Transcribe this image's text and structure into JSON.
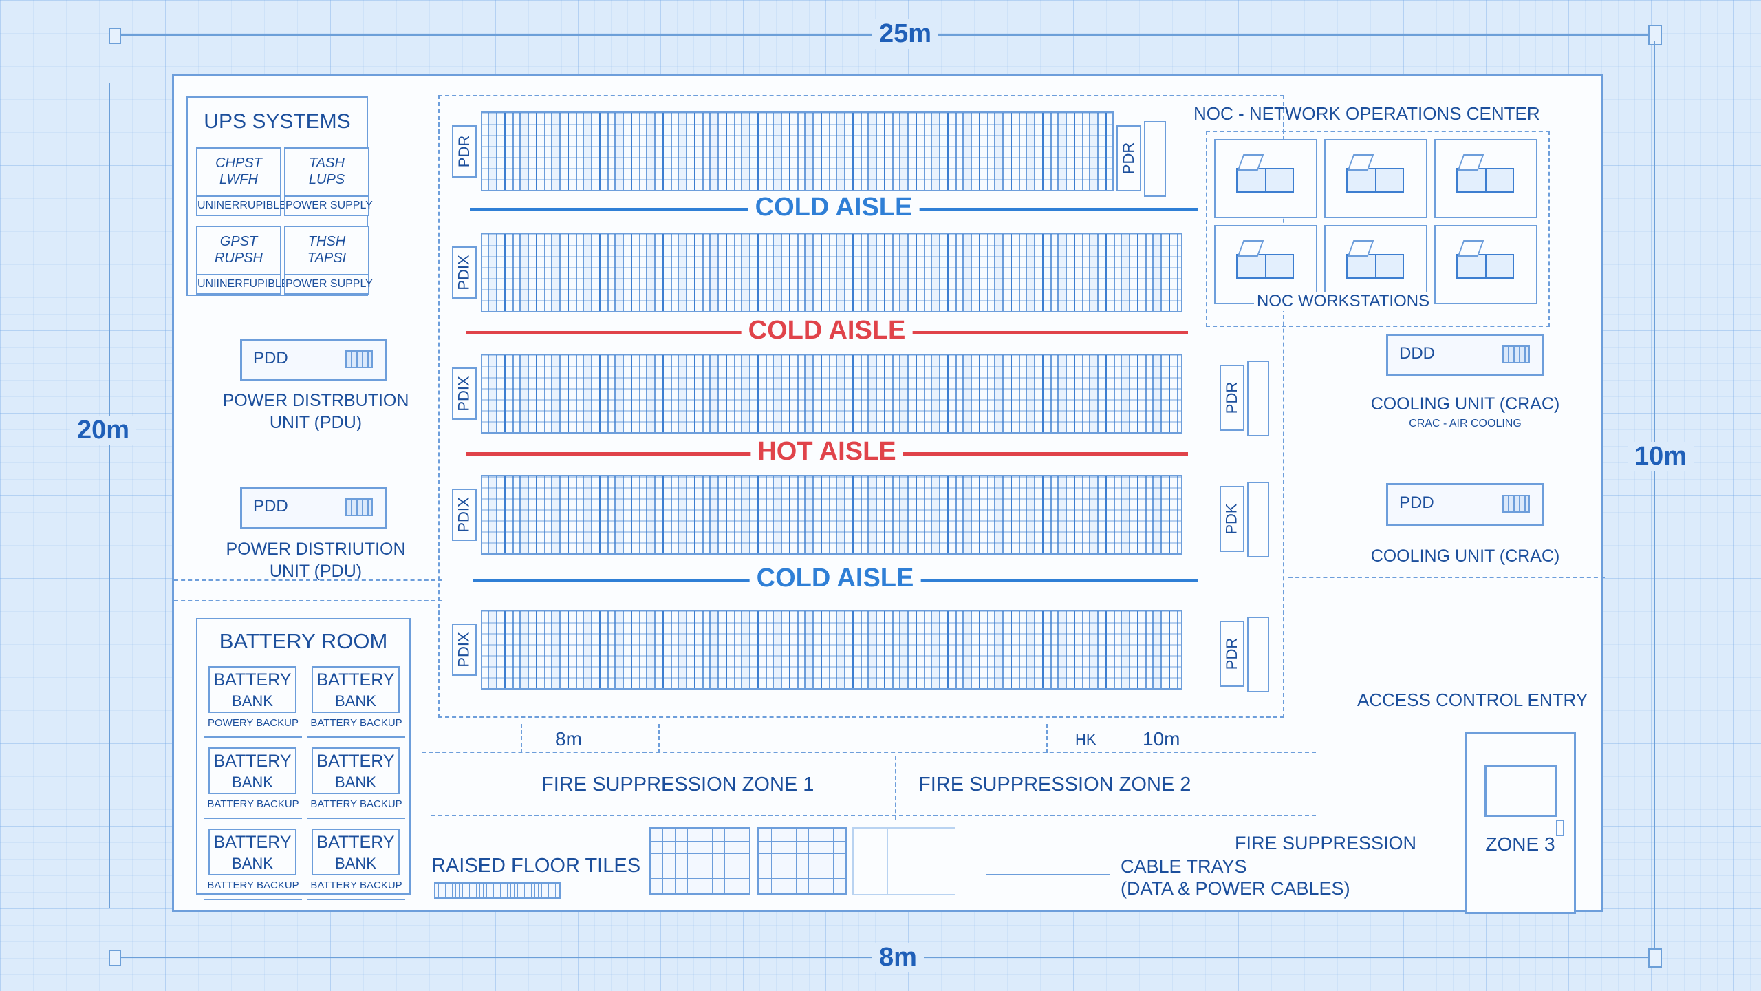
{
  "dimensions": {
    "top": "25m",
    "left": "20m",
    "right": "10m",
    "bottom": "8m"
  },
  "ups": {
    "title": "UPS SYSTEMS",
    "units": [
      {
        "code1": "CHPST",
        "code2": "LWFH",
        "label": "UNINERRUPIBLE"
      },
      {
        "code1": "TASH",
        "code2": "LUPS",
        "label": "POWER SUPPLY"
      },
      {
        "code1": "GPST",
        "code2": "RUPSH",
        "label": "UNIINERFUPIBLE"
      },
      {
        "code1": "THSH",
        "code2": "TAPSI",
        "label": "POWER SUPPLY"
      }
    ]
  },
  "pdu_left": [
    {
      "tag": "PDD",
      "line1": "POWER DISTRBUTION",
      "line2": "UNIT (PDU)"
    },
    {
      "tag": "PDD",
      "line1": "POWER DISTRIUTION",
      "line2": "UNIT (PDU)"
    }
  ],
  "battery": {
    "title": "BATTERY ROOM",
    "banks": [
      {
        "l1": "BATTERY",
        "l2": "BANK",
        "l3": "POWERY BACKUP"
      },
      {
        "l1": "BATTERY",
        "l2": "BANK",
        "l3": "BATTERY BACKUP"
      },
      {
        "l1": "BATTERY",
        "l2": "BANK",
        "l3": "BATTERY BACKUP"
      },
      {
        "l1": "BATTERY",
        "l2": "BANK",
        "l3": "BATTERY BACKUP"
      },
      {
        "l1": "BATTERY",
        "l2": "BANK",
        "l3": "BATTERY BACKUP"
      },
      {
        "l1": "BATTERY",
        "l2": "BANK",
        "l3": "BATTERY BACKUP"
      }
    ]
  },
  "racks": {
    "left_tags": [
      "PDR",
      "PDIX",
      "PDIX",
      "PDIX",
      "PDIX"
    ],
    "right_tags": [
      "PDR",
      "PDR",
      "PDK",
      "PDR"
    ]
  },
  "aisles": [
    {
      "label": "COLD AISLE",
      "color": "#2f7fd6"
    },
    {
      "label": "COLD AISLE",
      "color": "#e0434a"
    },
    {
      "label": "HOT AISLE",
      "color": "#e0434a"
    },
    {
      "label": "COLD AISLE",
      "color": "#2f7fd6"
    }
  ],
  "noc": {
    "title": "NOC - NETWORK OPERATIONS CENTER",
    "workstations_label": "NOC WORKSTATIONS"
  },
  "crac": [
    {
      "tag": "DDD",
      "label": "COOLING UNIT (CRAC)",
      "sub": "CRAC - AIR COOLING"
    },
    {
      "tag": "PDD",
      "label": "COOLING UNIT (CRAC)"
    }
  ],
  "measures": {
    "left": "8m",
    "mid_mark": "HK",
    "right": "10m"
  },
  "zones": {
    "fire1": "FIRE SUPPRESSION ZONE 1",
    "fire2": "FIRE SUPPRESSION ZONE 2",
    "raised_floor": "RAISED FLOOR TILES",
    "fire_suppression": "FIRE SUPPRESSION",
    "cable_trays_1": "CABLE TRAYS",
    "cable_trays_2": "(DATA & POWER CABLES)",
    "access": "ACCESS CONTROL ENTRY",
    "zone3": "ZONE 3"
  },
  "colors": {
    "blueprint": "#1c4f9c",
    "line": "#6d9edb",
    "cold": "#2f7fd6",
    "hot": "#e0434a"
  }
}
